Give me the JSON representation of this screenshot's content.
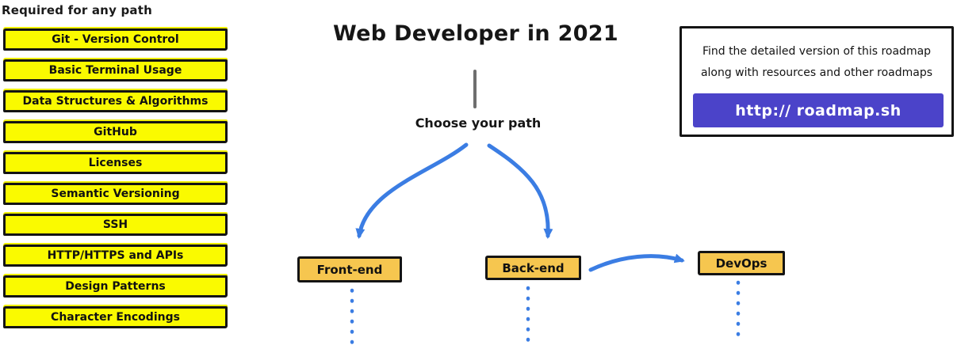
{
  "title": "Web Developer in 2021",
  "choose_path_label": "Choose your path",
  "required": {
    "heading": "Required for any path",
    "items": [
      "Git - Version Control",
      "Basic Terminal Usage",
      "Data Structures & Algorithms",
      "GitHub",
      "Licenses",
      "Semantic Versioning",
      "SSH",
      "HTTP/HTTPS and APIs",
      "Design Patterns",
      "Character Encodings"
    ]
  },
  "paths": {
    "frontend": "Front-end",
    "backend": "Back-end",
    "devops": "DevOps"
  },
  "info_box": {
    "line1": "Find the detailed version of this roadmap",
    "line2": "along with resources and other roadmaps",
    "link_label": "http:// roadmap.sh"
  },
  "colors": {
    "topic_yellow": "#FAFA00",
    "node_amber": "#F6C64F",
    "arrow_blue": "#3B7DE3",
    "link_purple": "#4B43C9",
    "stem_gray": "#6E6E6E",
    "border_black": "#141414"
  }
}
